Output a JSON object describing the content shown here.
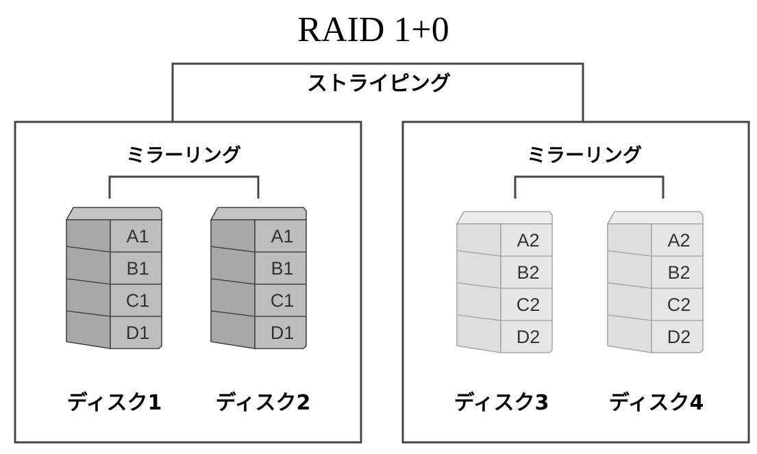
{
  "title": "RAID 1+0",
  "striping_label": "ストライピング",
  "groups": [
    {
      "mirroring_label": "ミラーリング",
      "tone": "dark",
      "disks": [
        {
          "name": "ディスク1",
          "blocks": [
            "A1",
            "B1",
            "C1",
            "D1"
          ]
        },
        {
          "name": "ディスク2",
          "blocks": [
            "A1",
            "B1",
            "C1",
            "D1"
          ]
        }
      ]
    },
    {
      "mirroring_label": "ミラーリング",
      "tone": "light",
      "disks": [
        {
          "name": "ディスク3",
          "blocks": [
            "A2",
            "B2",
            "C2",
            "D2"
          ]
        },
        {
          "name": "ディスク4",
          "blocks": [
            "A2",
            "B2",
            "C2",
            "D2"
          ]
        }
      ]
    }
  ],
  "colors": {
    "dark_top": "#c4c4c4",
    "dark_side": "#a9a9a9",
    "dark_face": "#bdbdbd",
    "dark_stroke": "#444444",
    "light_top": "#ebebeb",
    "light_side": "#dedede",
    "light_face": "#e6e6e6",
    "light_stroke": "#a8a8a8"
  }
}
